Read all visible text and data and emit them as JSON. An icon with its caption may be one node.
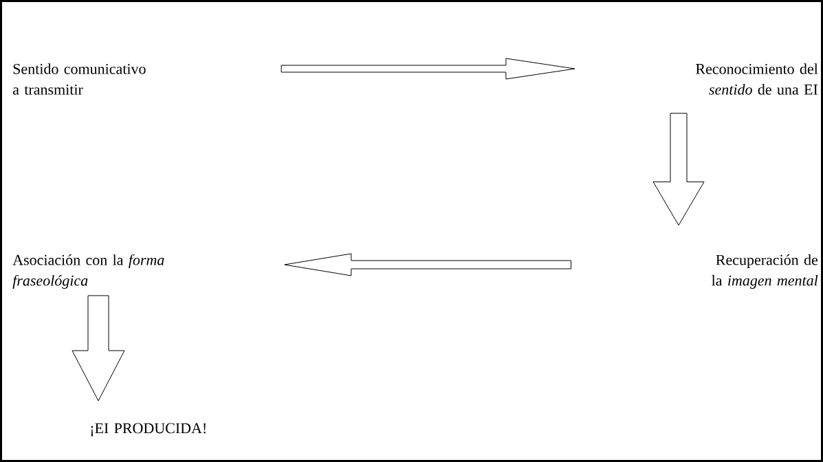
{
  "diagram": {
    "nodes": [
      {
        "text": [
          "Sentido comunicativo a transmitir"
        ]
      },
      {
        "text": [
          "Reconocimiento del *sentido* de una EI"
        ]
      },
      {
        "text": [
          "Recuperación de la *imagen mental*"
        ]
      },
      {
        "text": [
          "Asociación con la *forma fraseológica*"
        ]
      },
      {
        "text": [
          "¡EI PRODUCIDA!"
        ]
      }
    ],
    "edges": [
      {
        "from": 0,
        "to": 1,
        "arrow": "to"
      },
      {
        "from": 1,
        "to": 2,
        "arrow": "to"
      },
      {
        "from": 2,
        "to": 3,
        "arrow": "to"
      },
      {
        "from": 3,
        "to": 4,
        "arrow": "to"
      }
    ]
  }
}
